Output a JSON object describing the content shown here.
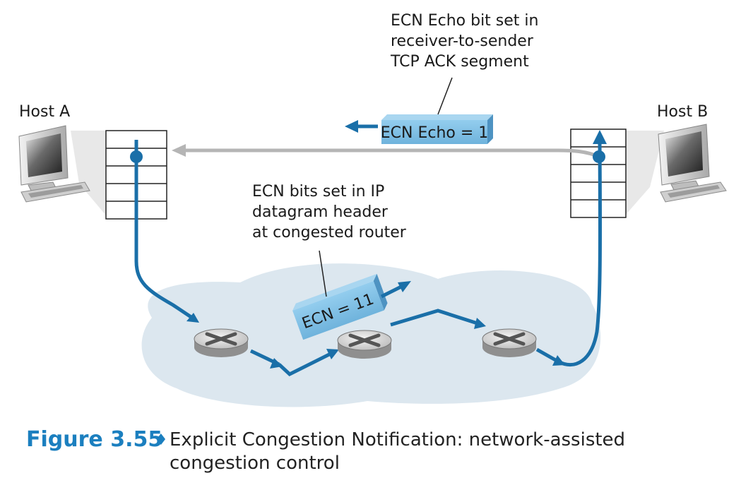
{
  "labels": {
    "host_a": "Host A",
    "host_b": "Host B",
    "echo_note": [
      "ECN Echo bit set in",
      "receiver-to-sender",
      "TCP ACK segment"
    ],
    "ip_note": [
      "ECN bits set in IP",
      "datagram header",
      "at congested router"
    ],
    "ecn_echo_packet": "ECN Echo = 1",
    "ecn_ip_packet": "ECN = 11"
  },
  "caption": {
    "number": "Figure 3.55",
    "separator": "♦",
    "line1": "Explicit Congestion Notification: network-assisted",
    "line2": "congestion control"
  },
  "colors": {
    "path_blue": "#1a6fa8",
    "packet_fill": "#7fc0e6",
    "ack_gray": "#b5b5b5",
    "cloud": "#dce7ef",
    "caption_blue": "#1b7fbf"
  }
}
